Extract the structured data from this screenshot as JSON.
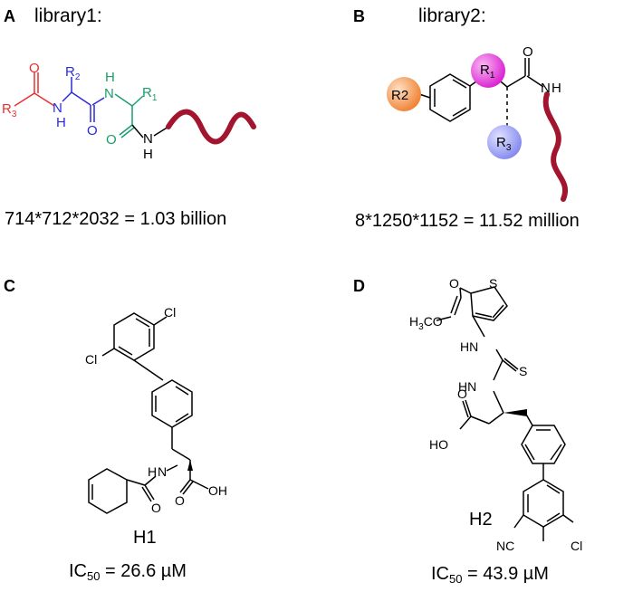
{
  "panels": {
    "A": {
      "letter": "A",
      "title": "library1:",
      "atoms": {
        "o1": "O",
        "r3": "R",
        "r3_sub": "3",
        "n1h": "H",
        "n1": "N",
        "o2": "O",
        "r2": "R",
        "r2_sub": "2",
        "n2h": "H",
        "n2": "N",
        "r1": "R",
        "r1_sub": "1",
        "o3": "O",
        "n3": "N",
        "n3h": "H"
      },
      "formula": "714*712*2032 = 1.03 billion"
    },
    "B": {
      "letter": "B",
      "title": "library2:",
      "atoms": {
        "r2": "R2",
        "r1": "R",
        "r1_sub": "1",
        "o": "O",
        "n": "N",
        "nh": "H",
        "r3": "R",
        "r3_sub": "3"
      },
      "formula": "8*1250*1152 = 11.52 million"
    },
    "C": {
      "letter": "C",
      "atoms": {
        "cl1": "Cl",
        "cl2": "Cl",
        "nh_h": "H",
        "nh_n": "N",
        "o1": "O",
        "o2": "O",
        "oh": "OH"
      },
      "compound": "H1",
      "ic50_prefix": "IC",
      "ic50_sub": "50",
      "ic50_value": " = 26.6 µM"
    },
    "D": {
      "letter": "D",
      "atoms": {
        "s": "S",
        "o1": "O",
        "methoxy_h": "H",
        "methoxy_sub": "3",
        "methoxy_co": "CO",
        "hn1": "HN",
        "s2": "S",
        "hn2": "HN",
        "o3": "O",
        "ho": "HO",
        "nc": "NC",
        "cl": "Cl"
      },
      "compound": "H2",
      "ic50_prefix": "IC",
      "ic50_sub": "50",
      "ic50_value": " = 43.9 µM"
    }
  },
  "colors": {
    "red_group": "#e8312f",
    "blue_group": "#2a2adc",
    "green_group": "#1a9e6b",
    "dna_strand": "#a3142e",
    "orange_sphere": "#f28b3c",
    "magenta_sphere": "#e032d8",
    "lavender_sphere": "#8f93f5"
  }
}
